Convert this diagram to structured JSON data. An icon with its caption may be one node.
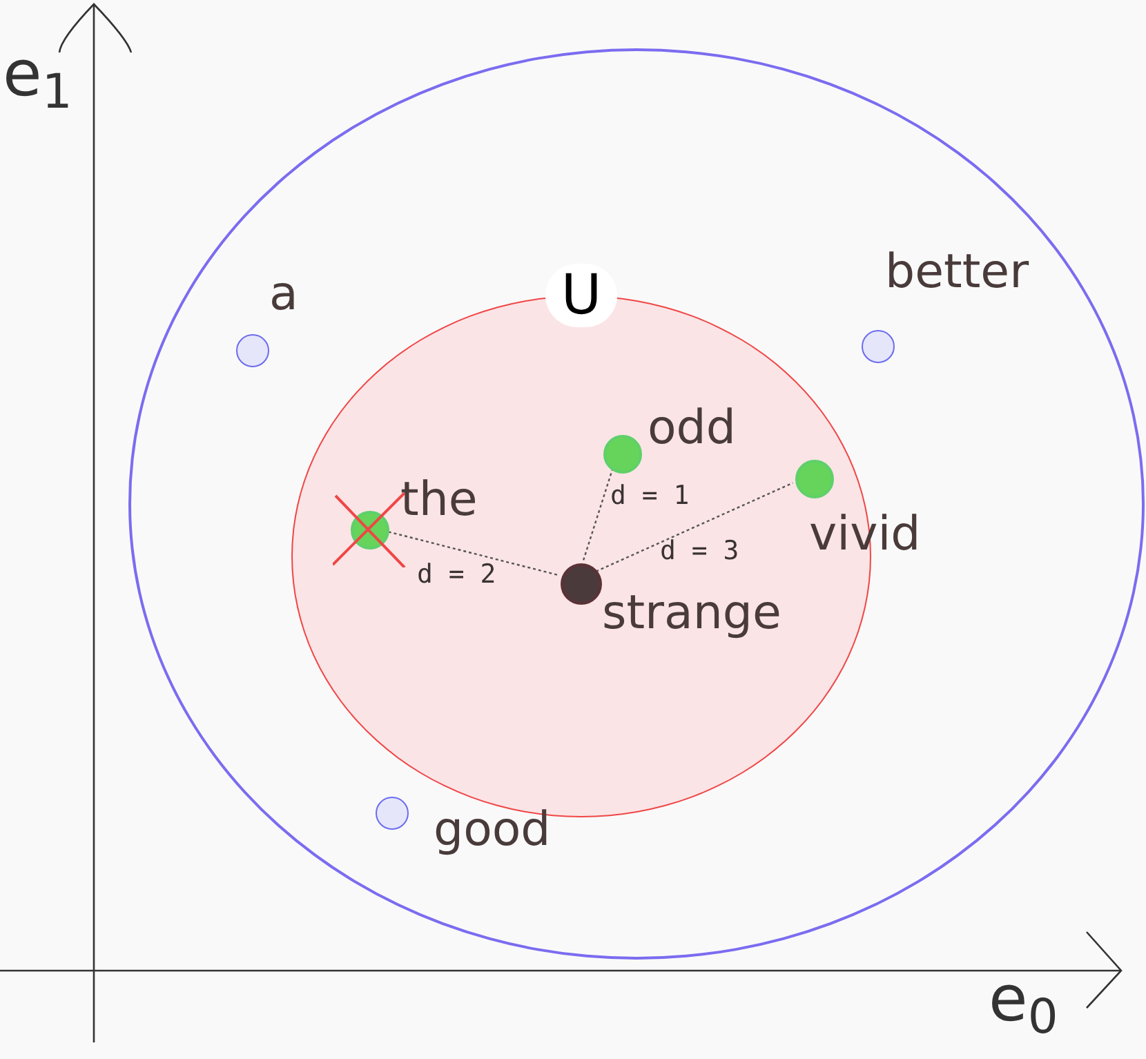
{
  "diagram": {
    "nodes": [
      {
        "text": [],
        "shape": "circle"
      },
      {
        "text": [
          "U"
        ],
        "in": 0
      },
      {
        "text": [],
        "shape": "circle",
        "in": 0,
        "beside": [
          "a"
        ]
      },
      {
        "text": [],
        "shape": "circle",
        "in": 0,
        "beside": [
          "better"
        ]
      },
      {
        "text": [],
        "shape": "circle",
        "in": 1,
        "beside": [
          "the"
        ]
      },
      {
        "text": [],
        "shape": "circle",
        "in": 1,
        "beside": [
          "odd"
        ]
      },
      {
        "text": [],
        "shape": "circle",
        "in": 1,
        "beside": [
          "vivid"
        ]
      },
      {
        "text": [],
        "shape": "circle",
        "in": 1,
        "beside": [
          "strange"
        ]
      },
      {
        "text": [],
        "shape": "circle",
        "in": 0,
        "beside": [
          "good"
        ]
      }
    ],
    "edges": [
      {
        "from": 7,
        "to": 4,
        "arrow": "none",
        "label": "d = 2",
        "style": "dashed"
      },
      {
        "from": 7,
        "to": 5,
        "arrow": "none",
        "label": "d = 1",
        "style": "dashed"
      },
      {
        "from": 7,
        "to": 6,
        "arrow": "none",
        "label": "d = 3",
        "style": "dashed"
      }
    ],
    "labels": [
      "e$_{1}$",
      "e$_{0}$"
    ]
  }
}
